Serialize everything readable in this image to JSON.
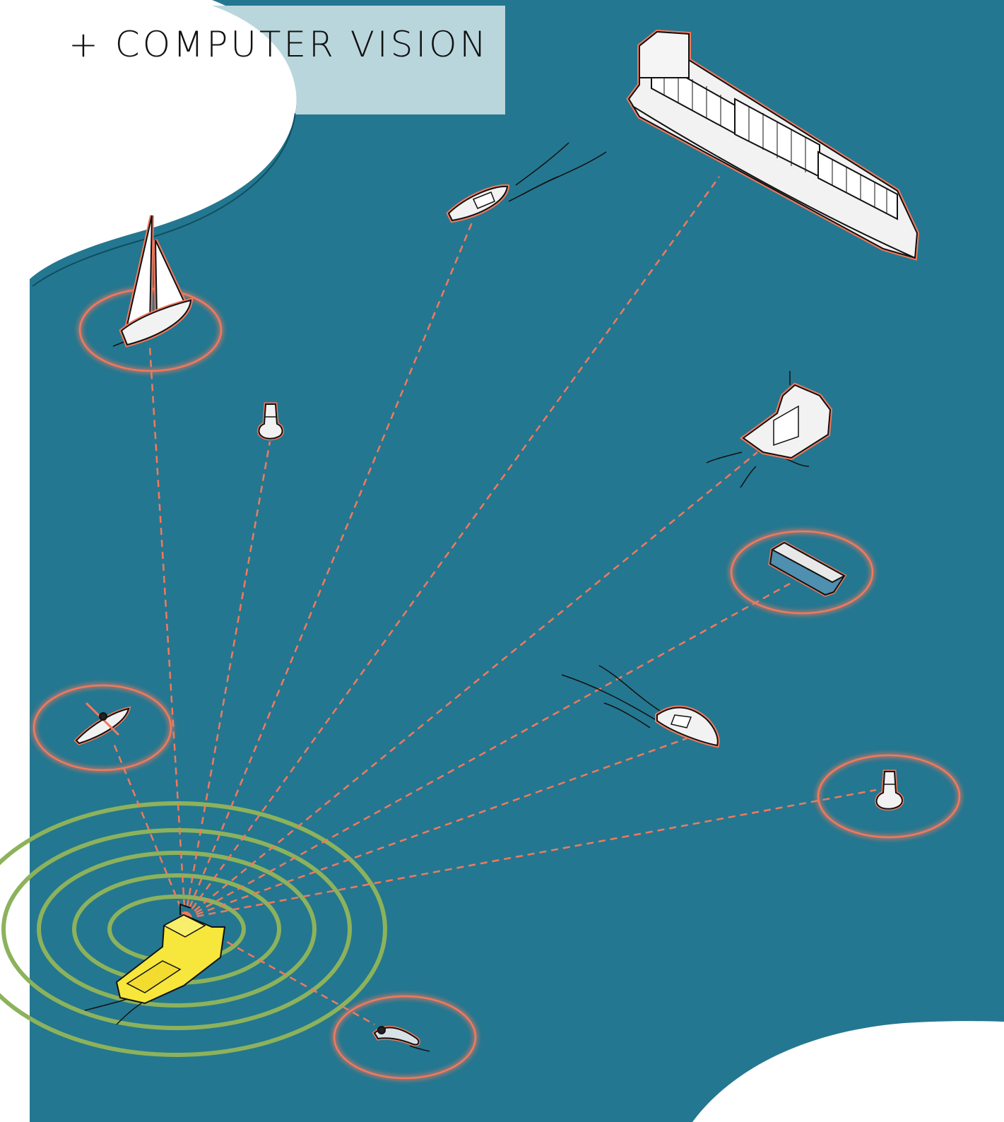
{
  "title": "+ COMPUTER VISION",
  "colors": {
    "sea": "#247790",
    "land": "#ffffff",
    "title_box": "#bad6dd",
    "detection": "#f2795d",
    "sensor_rings": "#8cb25c",
    "own_vessel": "#f7e63b",
    "vessel_hull": "#f2f2f2",
    "outline": "#111111"
  },
  "own_vessel": {
    "name": "own-vessel-icon",
    "kind": "survey vessel"
  },
  "detections": [
    {
      "name": "sailboat-icon",
      "kind": "sailboat",
      "ring": true
    },
    {
      "name": "buoy-north-icon",
      "kind": "buoy",
      "ring": false
    },
    {
      "name": "speedboat-north-icon",
      "kind": "speedboat",
      "ring": false
    },
    {
      "name": "container-ship-icon",
      "kind": "container ship",
      "ring": false
    },
    {
      "name": "tugboat-icon",
      "kind": "tugboat",
      "ring": false
    },
    {
      "name": "floating-container-icon",
      "kind": "container",
      "ring": true
    },
    {
      "name": "speedboat-east-icon",
      "kind": "speedboat",
      "ring": false
    },
    {
      "name": "buoy-east-icon",
      "kind": "buoy",
      "ring": true
    },
    {
      "name": "kayak-icon",
      "kind": "kayak",
      "ring": true
    },
    {
      "name": "swimmer-icon",
      "kind": "swimmer",
      "ring": true
    }
  ]
}
